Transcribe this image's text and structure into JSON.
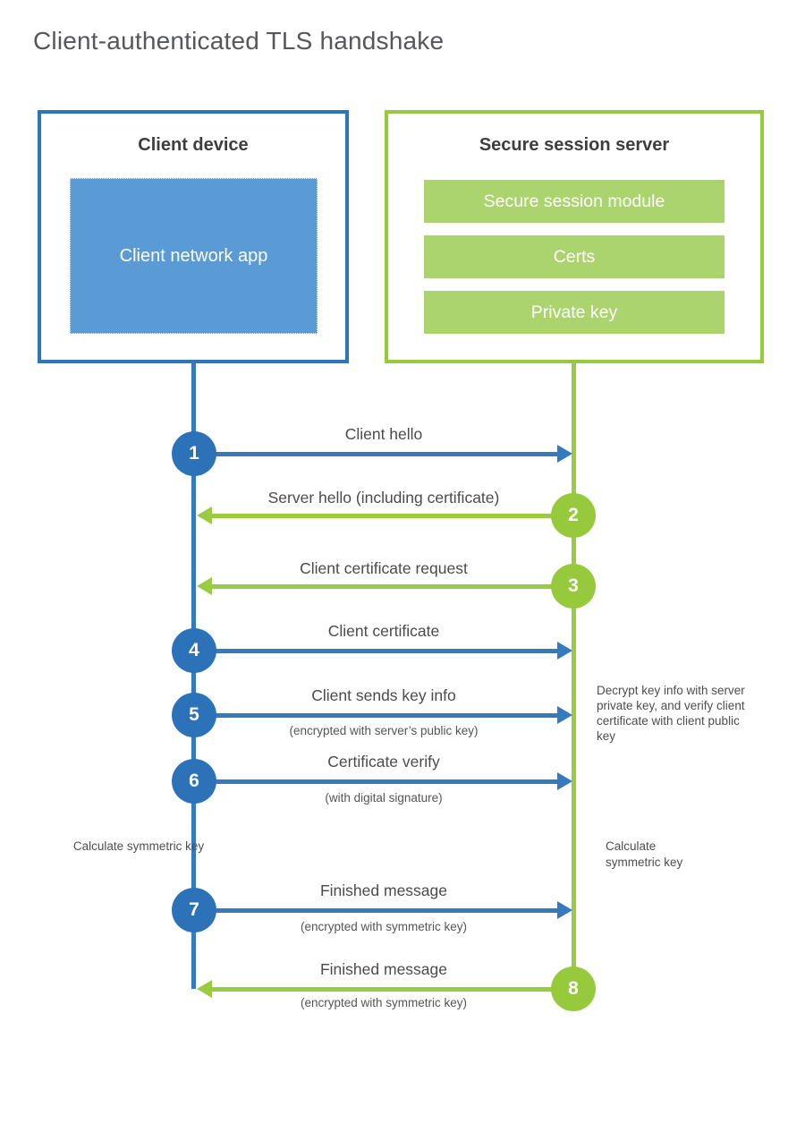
{
  "title": "Client-authenticated TLS handshake",
  "colors": {
    "blue_stroke": "#2E75B6",
    "blue_fill": "#5B9BD5",
    "green_stroke": "#97C93C",
    "green_fill": "#ABD46F",
    "heading_text": "#3E3E3E",
    "label_text": "#4B4B4B"
  },
  "client": {
    "title": "Client device",
    "app_label": "Client network app"
  },
  "server": {
    "title": "Secure session server",
    "modules": [
      "Secure session module",
      "Certs",
      "Private key"
    ]
  },
  "steps": [
    {
      "number": "1",
      "label": "Client hello",
      "sublabel": "",
      "direction": "right",
      "color": "blue"
    },
    {
      "number": "2",
      "label": "Server hello (including certificate)",
      "sublabel": "",
      "direction": "left",
      "color": "green"
    },
    {
      "number": "3",
      "label": "Client certificate request",
      "sublabel": "",
      "direction": "left",
      "color": "green"
    },
    {
      "number": "4",
      "label": "Client certificate",
      "sublabel": "",
      "direction": "right",
      "color": "blue"
    },
    {
      "number": "5",
      "label": "Client sends key info",
      "sublabel": "(encrypted with server’s public key)",
      "direction": "right",
      "color": "blue"
    },
    {
      "number": "6",
      "label": "Certificate verify",
      "sublabel": "(with digital signature)",
      "direction": "right",
      "color": "blue"
    },
    {
      "number": "7",
      "label": "Finished message",
      "sublabel": "(encrypted with symmetric key)",
      "direction": "right",
      "color": "blue"
    },
    {
      "number": "8",
      "label": "Finished message",
      "sublabel": "(encrypted with symmetric key)",
      "direction": "left",
      "color": "green"
    }
  ],
  "notes": {
    "decrypt": "Decrypt key info with server private key, and verify client certificate with client public key",
    "calc_left": "Calculate symmetric key",
    "calc_right": "Calculate symmetric key"
  }
}
